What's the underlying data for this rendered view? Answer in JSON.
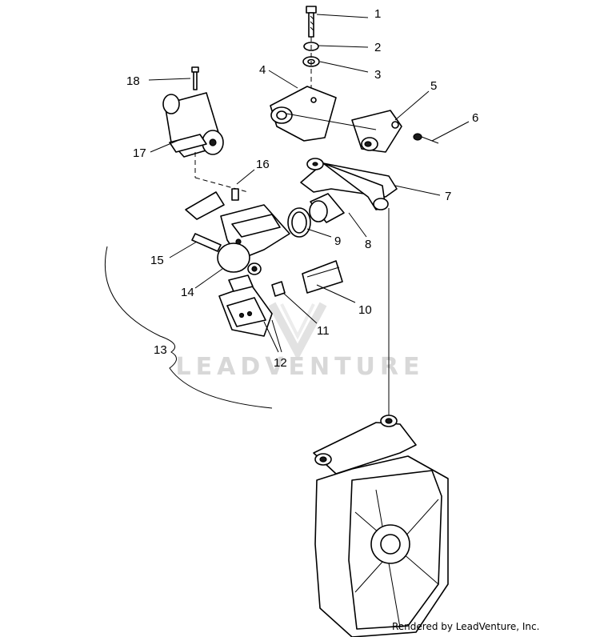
{
  "diagram": {
    "callouts": [
      "1",
      "2",
      "3",
      "4",
      "5",
      "6",
      "7",
      "8",
      "9",
      "10",
      "11",
      "12",
      "13",
      "14",
      "15",
      "16",
      "17",
      "18"
    ],
    "watermark": "LEADVENTURE",
    "credit": "Rendered by LeadVenture, Inc."
  }
}
